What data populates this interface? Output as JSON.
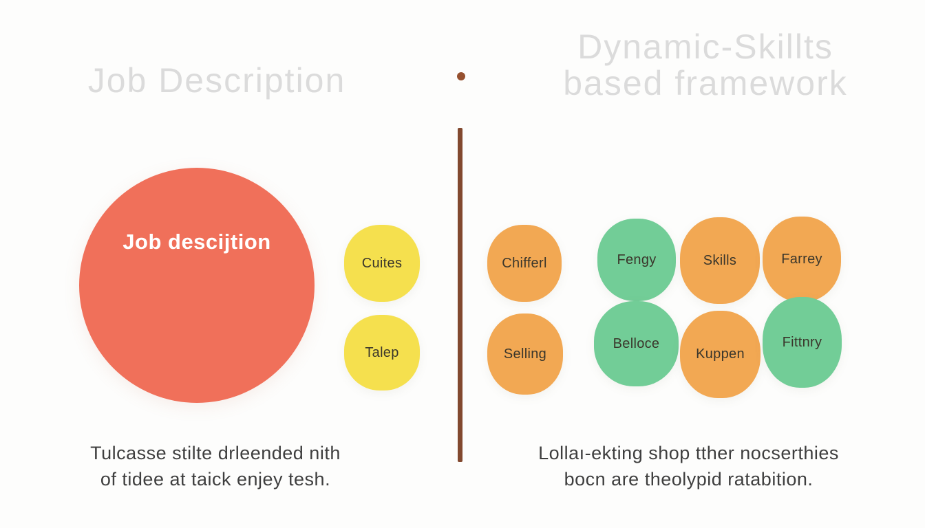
{
  "colors": {
    "background": "#fdfdfc",
    "coral": "#f0705a",
    "yellow": "#f5e04e",
    "orange": "#f2a853",
    "green": "#72cd97",
    "divider_brown": "#82492f",
    "title_gray": "#dbdbdb",
    "caption_gray": "#3e3e3e"
  },
  "header": {
    "left_title": "Job Description",
    "right_title_line1": "Dynamic-Skillts",
    "right_title_line2": "based framework"
  },
  "left_panel": {
    "main_circle": {
      "label": "Job descijtion",
      "color": "#f0705a"
    },
    "bubbles": [
      {
        "label": "Cuites",
        "color": "#f5e04e"
      },
      {
        "label": "Talep",
        "color": "#f5e04e"
      }
    ],
    "caption": {
      "line1": "Tulcasse stilte drleended nith",
      "line2": "of tidee at taick enjey tesh."
    }
  },
  "right_panel": {
    "bubbles": [
      {
        "label": "Chifferl",
        "color": "#f2a853"
      },
      {
        "label": "Fengy",
        "color": "#72cd97"
      },
      {
        "label": "Skills",
        "color": "#f2a853"
      },
      {
        "label": "Farrey",
        "color": "#f2a853"
      },
      {
        "label": "Selling",
        "color": "#f2a853"
      },
      {
        "label": "Belloce",
        "color": "#72cd97"
      },
      {
        "label": "Kuppen",
        "color": "#f2a853"
      },
      {
        "label": "Fittnry",
        "color": "#72cd97"
      }
    ],
    "caption": {
      "line1": "Lollaı-ekting shop tther nocserthies",
      "line2": "bocn are theolypid ratabition."
    }
  }
}
